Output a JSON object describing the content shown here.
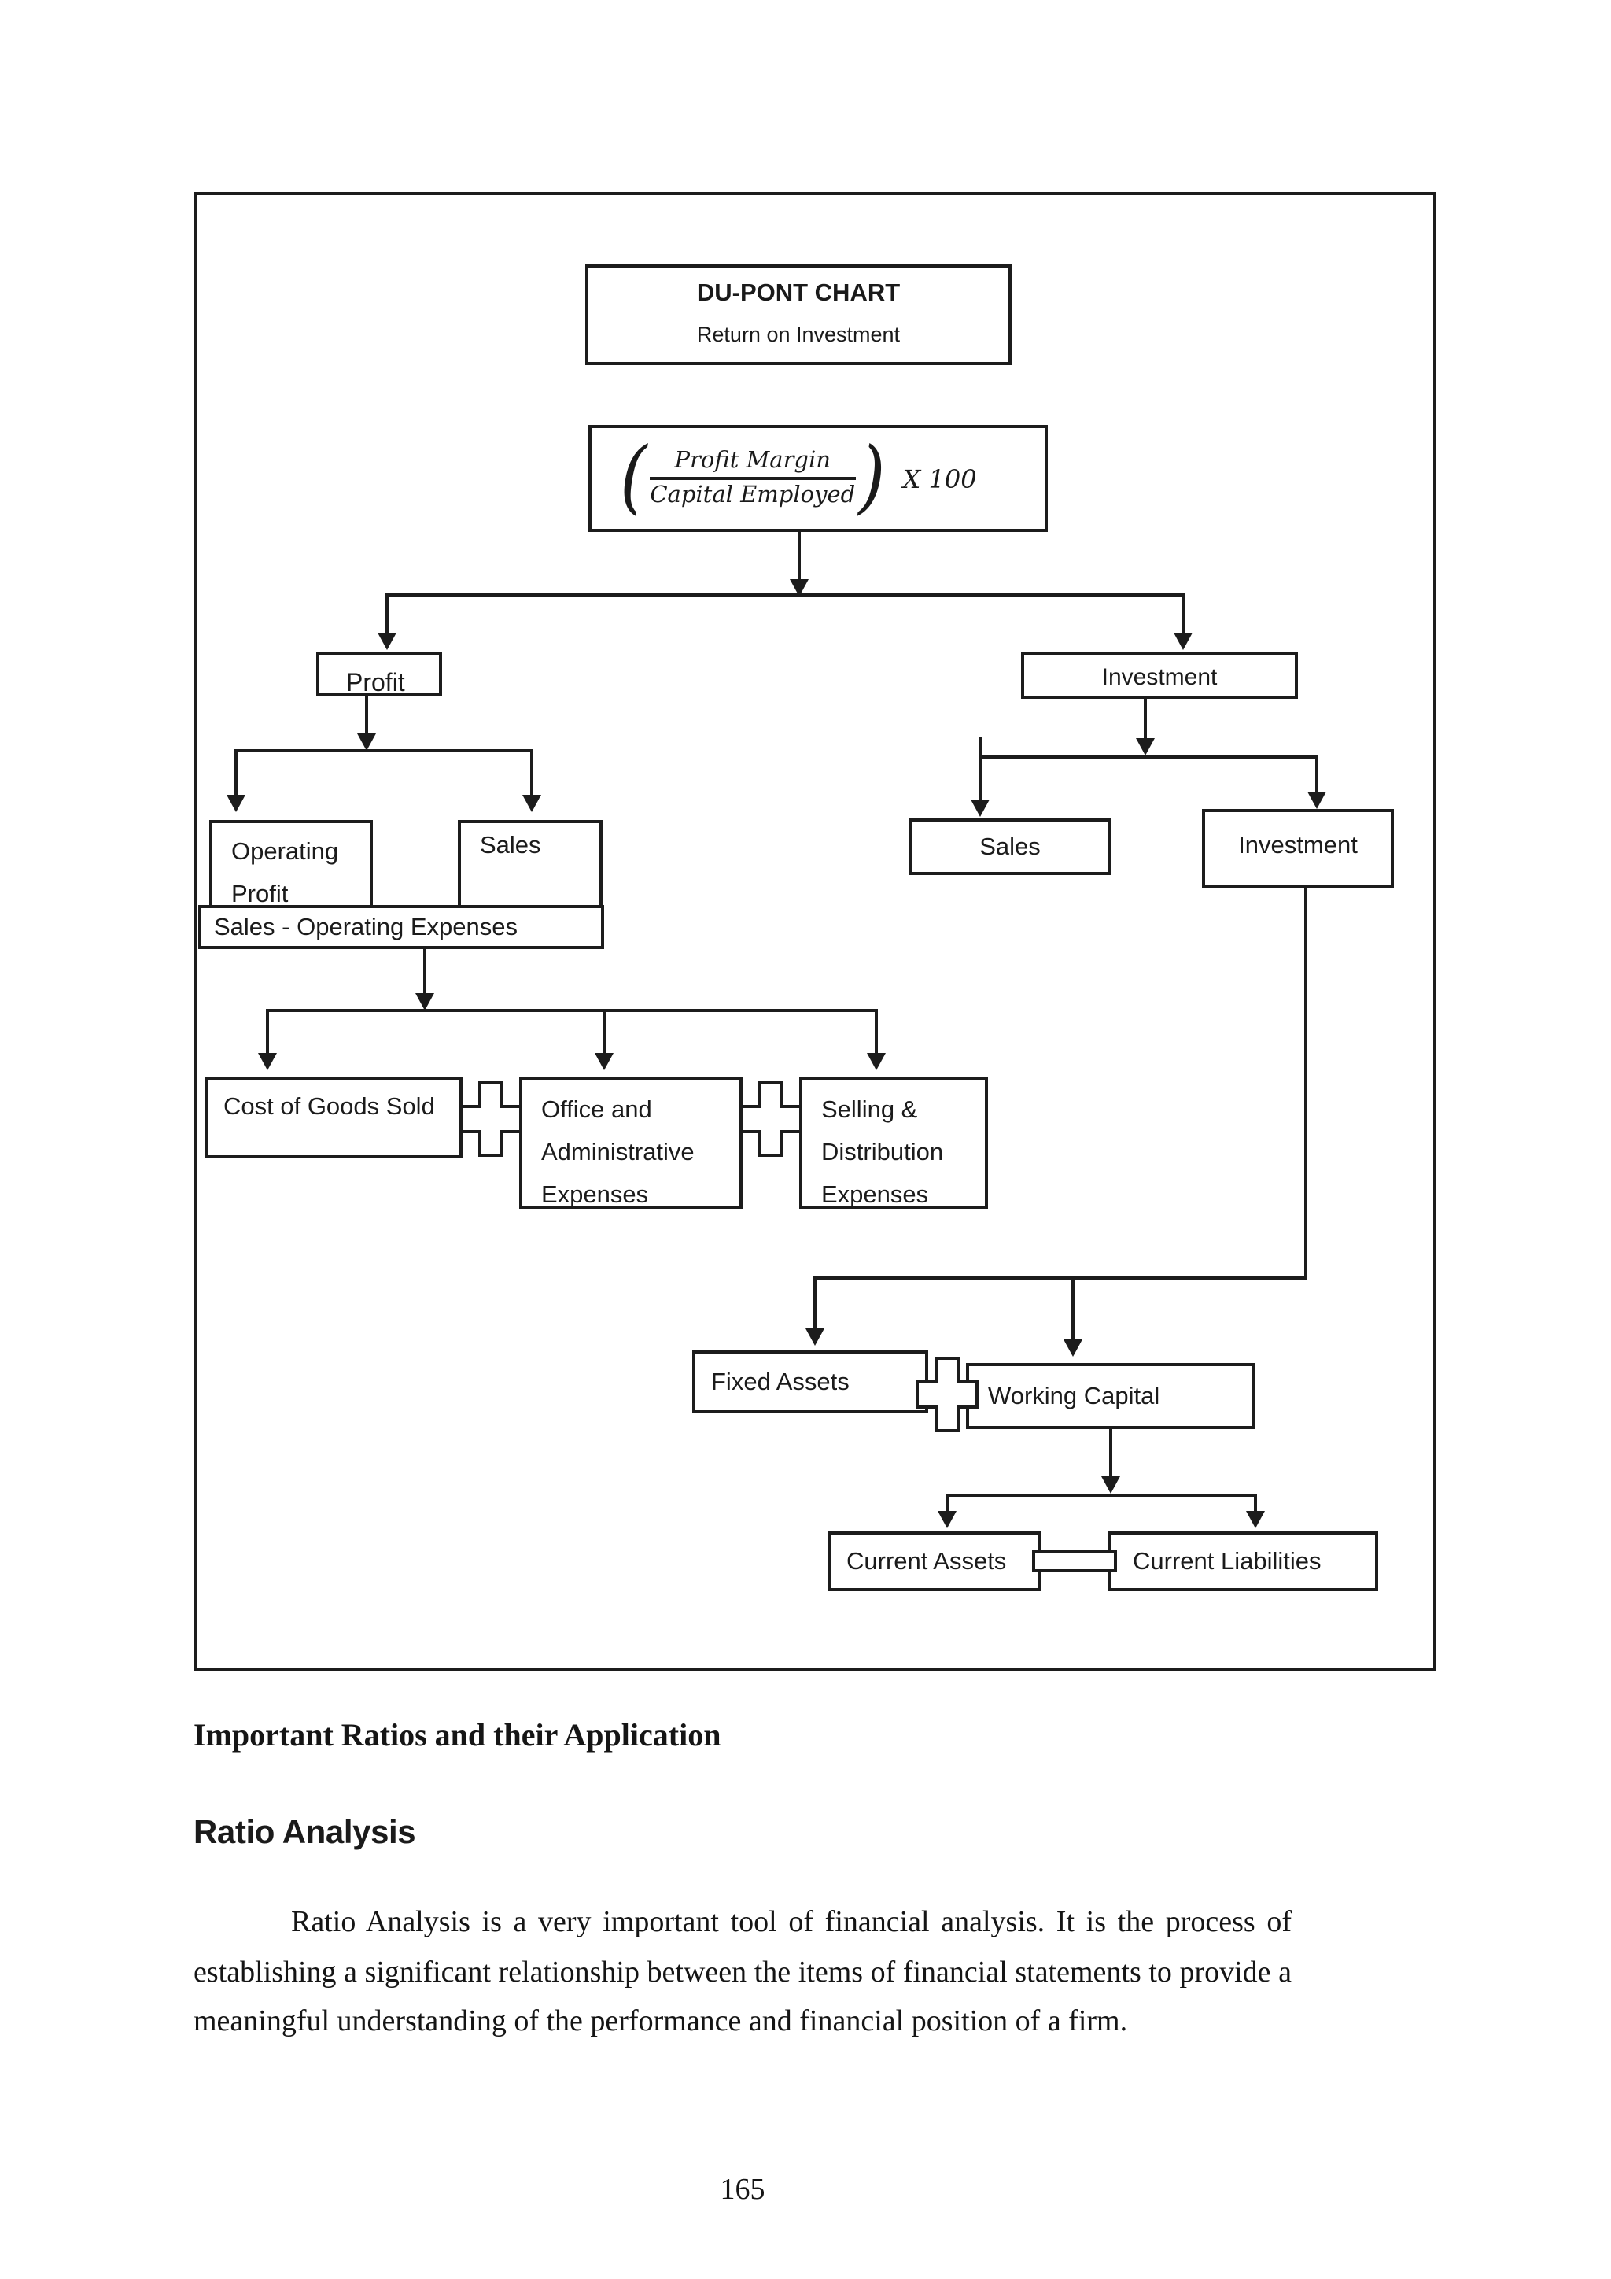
{
  "document": {
    "diagram": {
      "title": "DU-PONT CHART",
      "subtitle": "Return on Investment",
      "formula": {
        "open_paren": "(",
        "numerator": "Profit Margin",
        "denominator": "Capital Employed",
        "close_paren": ")",
        "suffix": "X 100"
      },
      "nodes": {
        "profit": "Profit",
        "investment_top": "Investment",
        "operating_profit": "Operating Profit",
        "sales_left": "Sales",
        "sales_minus_operating_expenses": "Sales - Operating Expenses",
        "cost_of_goods_sold": "Cost of Goods Sold",
        "office_admin_expenses": "Office and Administrative Expenses",
        "selling_distribution_expenses": "Selling & Distribution Expenses",
        "sales_right": "Sales",
        "investment_sub": "Investment",
        "fixed_assets": "Fixed Assets",
        "working_capital": "Working Capital",
        "current_assets": "Current Assets",
        "current_liabilities": "Current Liabilities"
      },
      "ink_color": "#1c1c1c"
    },
    "body": {
      "heading": "Important Ratios and their Application",
      "subheading": "Ratio Analysis",
      "paragraph": "Ratio Analysis is a very important tool of financial analysis. It is the process of establishing a significant relationship between the items of financial statements to provide a meaningful understanding of the performance and financial position of a firm."
    },
    "page_number": "165"
  }
}
